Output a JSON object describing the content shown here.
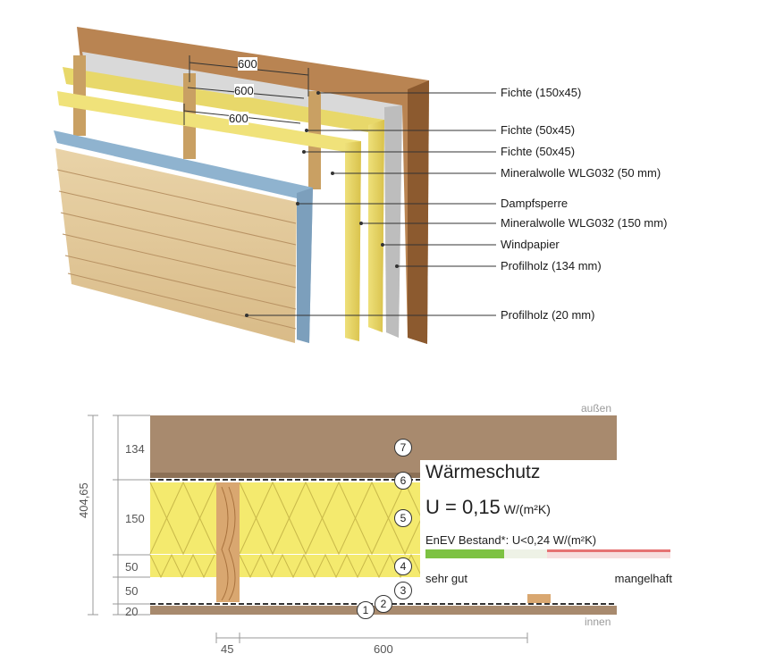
{
  "top_dimensions": [
    "600",
    "600",
    "600"
  ],
  "layer_labels": [
    "Fichte (150x45)",
    "Fichte (50x45)",
    "Fichte (50x45)",
    "Mineralwolle WLG032 (50 mm)",
    "Dampfsperre",
    "Mineralwolle WLG032 (150 mm)",
    "Windpapier",
    "Profilholz (134 mm)",
    "Profilholz (20 mm)"
  ],
  "section": {
    "outside_label": "außen",
    "inside_label": "innen",
    "total_thickness": "404,65",
    "layer_thicknesses": [
      "134",
      "150",
      "50",
      "50",
      "20"
    ],
    "bottom_dims": [
      "45",
      "600"
    ],
    "markers": [
      "1",
      "2",
      "3",
      "4",
      "5",
      "6",
      "7"
    ]
  },
  "panel": {
    "title": "Wärmeschutz",
    "u_prefix": "U = ",
    "u_value": "0,15",
    "u_unit": "W/(m²K)",
    "enev": "EnEV Bestand*: U<0,24 W/(m²K)",
    "scale_left": "sehr gut",
    "scale_right": "mangelhaft",
    "rating_fraction": 0.3,
    "colors": {
      "good": "#7dc242",
      "bad": "#e57373"
    }
  }
}
